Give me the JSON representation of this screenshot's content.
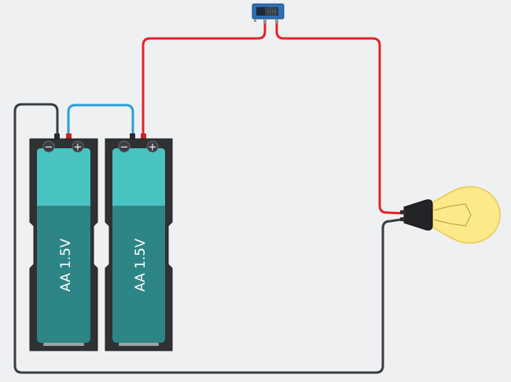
{
  "components": {
    "batteries": [
      {
        "label": "AA 1.5V",
        "neg_symbol": "−",
        "pos_symbol": "+"
      },
      {
        "label": "AA 1.5V",
        "neg_symbol": "−",
        "pos_symbol": "+"
      }
    ],
    "switch": {
      "state": "off"
    },
    "bulb": {
      "state": "lit"
    }
  },
  "colors": {
    "background": "#eef0f1",
    "wire_red": "#e2232a",
    "wire_blue": "#2a9fd6",
    "wire_black": "#3a3d40",
    "holder": "#2f3133",
    "battery_top": "#49c2c2",
    "battery_bottom": "#2d8586",
    "bulb_glass": "#fbe98a",
    "switch_body": "#2d6fb5"
  }
}
